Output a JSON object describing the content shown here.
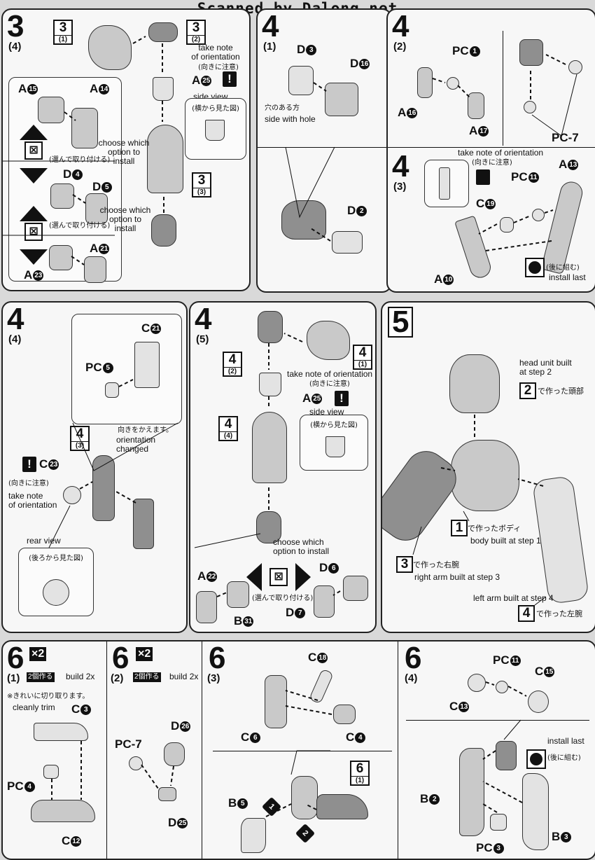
{
  "header": {
    "scan_credit": "Scanned by Dalong.net"
  },
  "s3": {
    "step": "3",
    "sub": "(4)",
    "ref_top_left": {
      "n": "3",
      "s": "(1)"
    },
    "ref_top_right": {
      "n": "3",
      "s": "(2)"
    },
    "ref_mid": {
      "n": "3",
      "s": "(3)"
    },
    "take_note": "take note\nof orientation",
    "take_note_jp": "(向きに注意)",
    "a25": "A",
    "a25_num": "25",
    "side_view": "side view",
    "side_view_jp": "(横から見た図)",
    "a15": "A",
    "a15_num": "15",
    "a14": "A",
    "a14_num": "14",
    "choose1": "choose which\noption to\ninstall",
    "choose_jp": "(選んで取り付ける)",
    "d4": "D",
    "d4_num": "4",
    "d5": "D",
    "d5_num": "5",
    "choose2": "choose which\noption to\ninstall",
    "choose_jp2": "(選んで取り付ける)",
    "a21": "A",
    "a21_num": "21",
    "a23": "A",
    "a23_num": "23"
  },
  "s4_1": {
    "step": "4",
    "sub": "(1)",
    "d3": "D",
    "d3_num": "3",
    "d16": "D",
    "d16_num": "16",
    "hole_jp": "穴のある方",
    "hole_en": "side with hole",
    "d2": "D",
    "d2_num": "2"
  },
  "s4_2": {
    "step": "4",
    "sub": "(2)",
    "pc1": "PC",
    "pc1_num": "1",
    "a16": "A",
    "a16_num": "16",
    "a17": "A",
    "a17_num": "17",
    "pc7": "PC-7"
  },
  "s4_3": {
    "step": "4",
    "sub": "(3)",
    "take_note": "take note of orientation",
    "take_note_jp": "(向きに注意)",
    "pc11": "PC",
    "pc11_num": "11",
    "a13": "A",
    "a13_num": "13",
    "c19": "C",
    "c19_num": "19",
    "a10": "A",
    "a10_num": "10",
    "install_last_jp": "(後に組む)",
    "install_last": "install last"
  },
  "s4_4": {
    "step": "4",
    "sub": "(4)",
    "c21": "C",
    "c21_num": "21",
    "pc5": "PC",
    "pc5_num": "5",
    "orientation_jp": "向きをかえます。",
    "orientation_en": "orientation changed",
    "ref": {
      "n": "4",
      "s": "(3)"
    },
    "c23": "C",
    "c23_num": "23",
    "take_note_jp": "(向きに注意)",
    "take_note": "take note\nof orientation",
    "rear_view": "rear view",
    "rear_view_jp": "(後ろから見た図)"
  },
  "s4_5": {
    "step": "4",
    "sub": "(5)",
    "ref_right": {
      "n": "4",
      "s": "(1)"
    },
    "ref_left": {
      "n": "4",
      "s": "(2)"
    },
    "ref_mid": {
      "n": "4",
      "s": "(4)"
    },
    "take_note": "take note of orientation",
    "take_note_jp": "(向きに注意)",
    "a25": "A",
    "a25_num": "25",
    "side_view": "side view",
    "side_view_jp": "(横から見た図)",
    "choose": "choose which\noption to install",
    "choose_jp": "(選んで取り付ける)",
    "a22": "A",
    "a22_num": "22",
    "d6": "D",
    "d6_num": "6",
    "b31": "B",
    "b31_num": "31",
    "d7": "D",
    "d7_num": "7"
  },
  "s5": {
    "step": "5",
    "head_en": "head unit built\nat step 2",
    "head_ref": "2",
    "head_jp": "で作った頭部",
    "body_ref": "1",
    "body_jp": "で作ったボディ",
    "body_en": "body built at step 1",
    "rarm_ref": "3",
    "rarm_jp": "で作った右腕",
    "rarm_en": "right arm built at step 3",
    "larm_en": "left arm built at step 4",
    "larm_ref": "4",
    "larm_jp": "で作った左腕"
  },
  "s6_1": {
    "step": "6",
    "sub": "(1)",
    "x2": "×2",
    "x2_jp": "2個作る",
    "build": "build 2x",
    "trim_jp": "※きれいに切り取ります。",
    "trim_en": "cleanly trim",
    "c3": "C",
    "c3_num": "3",
    "pc4": "PC",
    "pc4_num": "4",
    "c12": "C",
    "c12_num": "12"
  },
  "s6_2": {
    "step": "6",
    "sub": "(2)",
    "x2": "×2",
    "x2_jp": "2個作る",
    "build": "build 2x",
    "d26": "D",
    "d26_num": "26",
    "pc7": "PC-7",
    "d25": "D",
    "d25_num": "25"
  },
  "s6_3": {
    "step": "6",
    "sub": "(3)",
    "c18": "C",
    "c18_num": "18",
    "c6": "C",
    "c6_num": "6",
    "c4": "C",
    "c4_num": "4",
    "ref": {
      "n": "6",
      "s": "(1)"
    },
    "b5": "B",
    "b5_num": "5",
    "m1": "1",
    "m2": "2"
  },
  "s6_4": {
    "step": "6",
    "sub": "(4)",
    "pc11": "PC",
    "pc11_num": "11",
    "c15": "C",
    "c15_num": "15",
    "c13": "C",
    "c13_num": "13",
    "install_last": "install last",
    "install_last_jp": "(後に組む)",
    "b2": "B",
    "b2_num": "2",
    "b3": "B",
    "b3_num": "3",
    "pc3": "PC",
    "pc3_num": "3"
  }
}
